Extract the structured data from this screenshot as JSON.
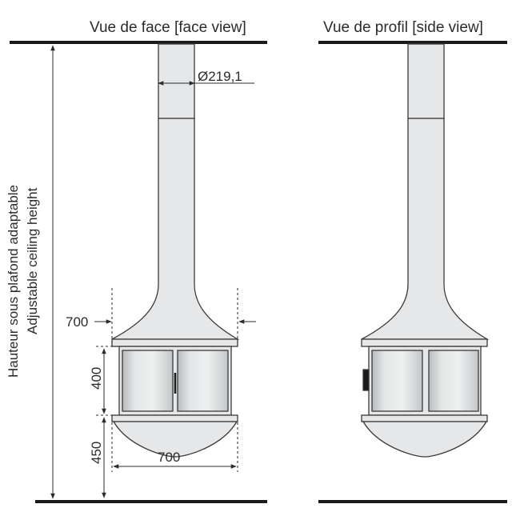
{
  "views": {
    "face_title": "Vue de face [face view]",
    "profile_title": "Vue de profil [side view]"
  },
  "dimensions": {
    "flue_diameter": "Ø219,1",
    "hood_width": "700",
    "firebox_height": "400",
    "base_height": "450",
    "base_width": "700"
  },
  "side_label": {
    "line1": "Hauteur sous plafond adaptable",
    "line2": "Adjustable ceiling height"
  },
  "colors": {
    "outline": "#3a3a3a",
    "body_fill": "#e6e7e8",
    "glass_fill": "#cfd2d3",
    "ceiling_floor": "#1a1a1a"
  }
}
